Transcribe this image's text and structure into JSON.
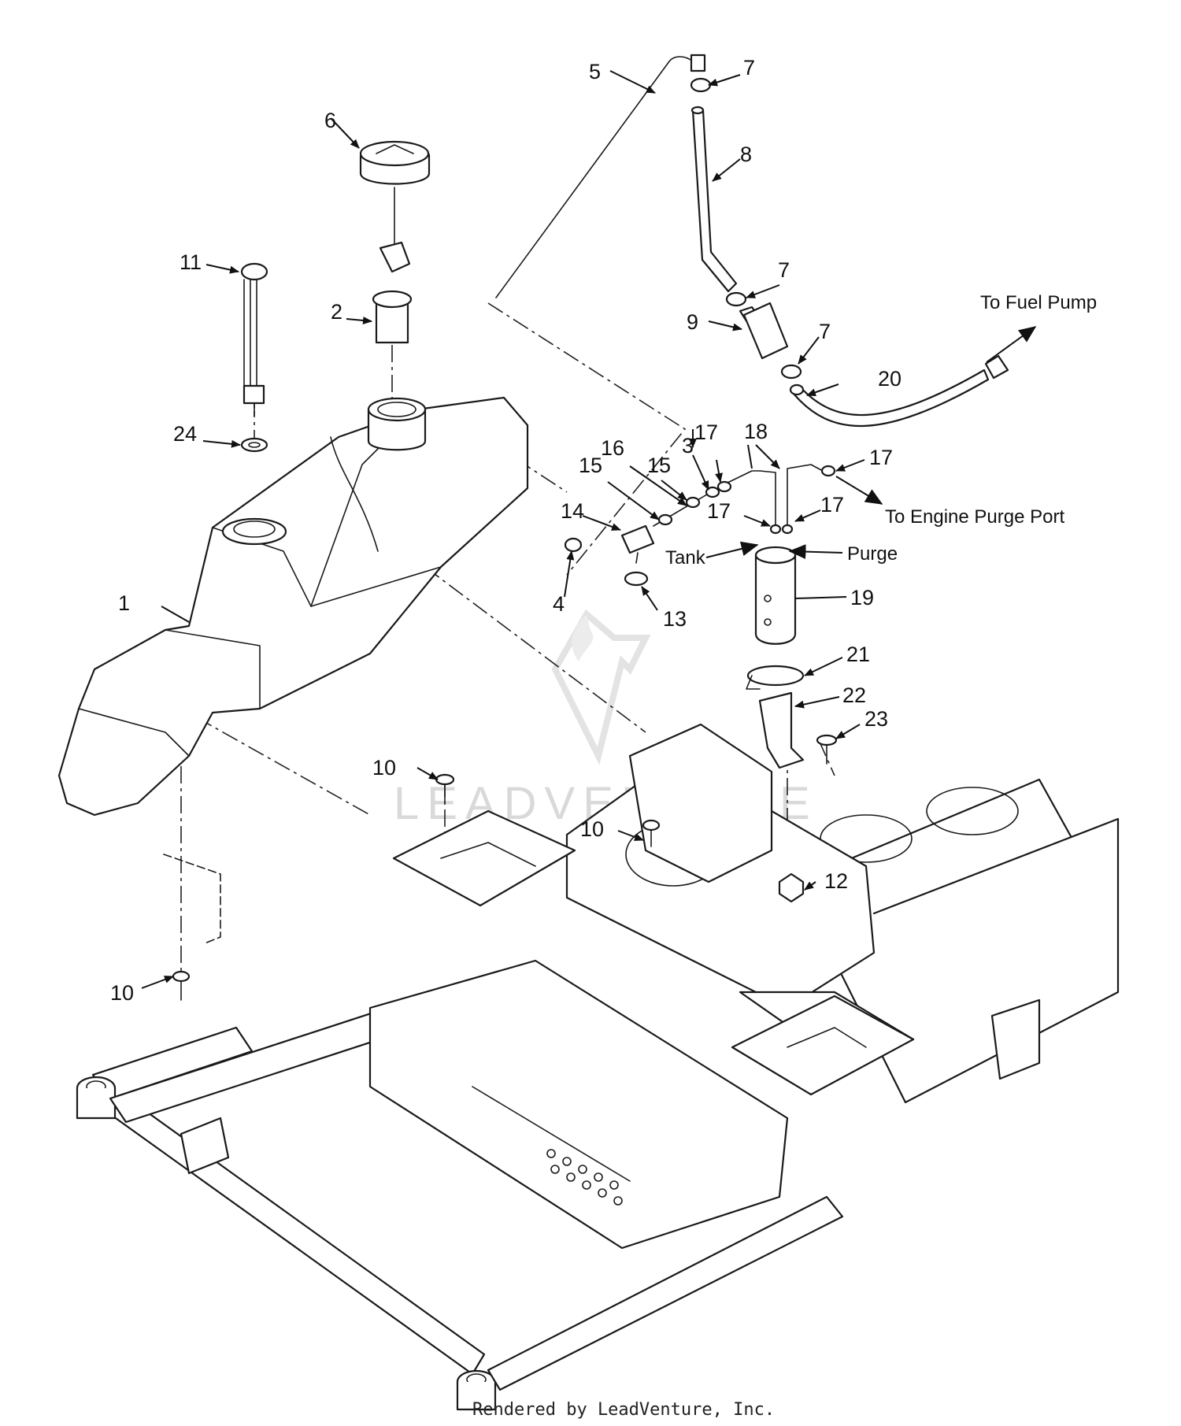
{
  "callouts": [
    {
      "id": "c1",
      "label": "1"
    },
    {
      "id": "c2",
      "label": "2"
    },
    {
      "id": "c3",
      "label": "3"
    },
    {
      "id": "c4",
      "label": "4"
    },
    {
      "id": "c5",
      "label": "5"
    },
    {
      "id": "c6",
      "label": "6"
    },
    {
      "id": "c7a",
      "label": "7"
    },
    {
      "id": "c7b",
      "label": "7"
    },
    {
      "id": "c7c",
      "label": "7"
    },
    {
      "id": "c8",
      "label": "8"
    },
    {
      "id": "c9",
      "label": "9"
    },
    {
      "id": "c10a",
      "label": "10"
    },
    {
      "id": "c10b",
      "label": "10"
    },
    {
      "id": "c10c",
      "label": "10"
    },
    {
      "id": "c11",
      "label": "11"
    },
    {
      "id": "c12",
      "label": "12"
    },
    {
      "id": "c13",
      "label": "13"
    },
    {
      "id": "c14",
      "label": "14"
    },
    {
      "id": "c15a",
      "label": "15"
    },
    {
      "id": "c15b",
      "label": "15"
    },
    {
      "id": "c16",
      "label": "16"
    },
    {
      "id": "c17a",
      "label": "17"
    },
    {
      "id": "c17b",
      "label": "17"
    },
    {
      "id": "c17c",
      "label": "17"
    },
    {
      "id": "c17d",
      "label": "17"
    },
    {
      "id": "c18",
      "label": "18"
    },
    {
      "id": "c19",
      "label": "19"
    },
    {
      "id": "c20",
      "label": "20"
    },
    {
      "id": "c21",
      "label": "21"
    },
    {
      "id": "c22",
      "label": "22"
    },
    {
      "id": "c23",
      "label": "23"
    },
    {
      "id": "c24",
      "label": "24"
    }
  ],
  "annotations": {
    "to_fuel_pump": "To Fuel Pump",
    "to_engine_purge_port": "To Engine Purge Port",
    "tank": "Tank",
    "purge": "Purge"
  },
  "watermark": "LEADVENTURE",
  "footer": "Rendered by LeadVenture, Inc."
}
